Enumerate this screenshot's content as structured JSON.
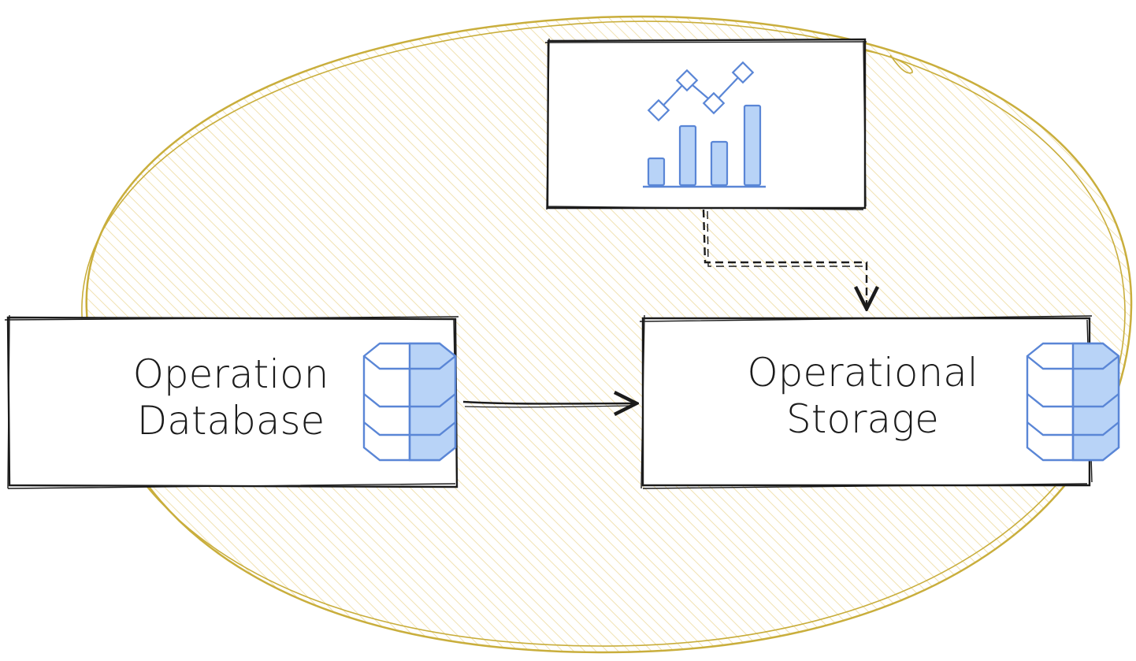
{
  "nodes": {
    "operation_database": {
      "line1": "Operation",
      "line2": "Database"
    },
    "operational_storage": {
      "line1": "Operational",
      "line2": "Storage"
    }
  },
  "icons": {
    "database": "database-icon",
    "analytics": "line-bar-chart-icon"
  },
  "colors": {
    "zone_stroke": "#c9ae3c",
    "zone_hatch": "#f3e6b8",
    "icon_fill": "#b8d3f7",
    "icon_stroke": "#5a86d6",
    "ink": "#1b1b1b"
  }
}
